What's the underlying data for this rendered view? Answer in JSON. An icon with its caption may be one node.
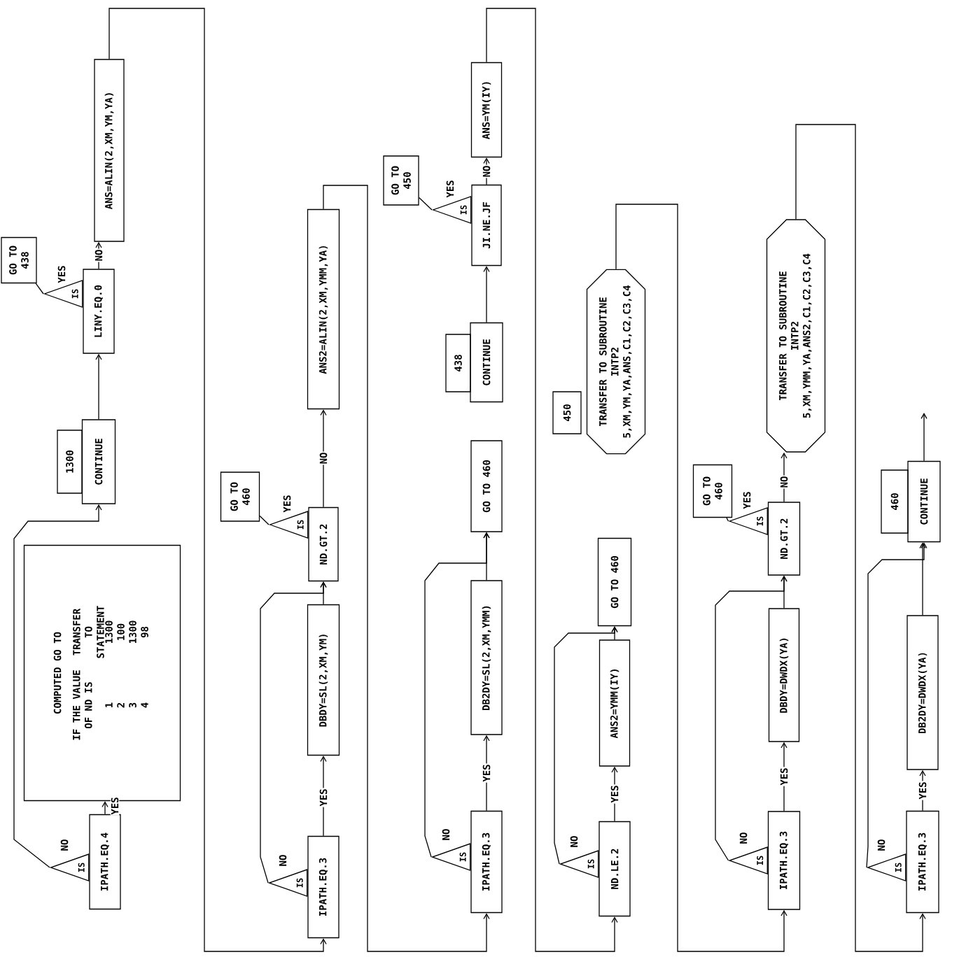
{
  "diagram": {
    "nodes": [
      {
        "text": [
          "IPATH.EQ.4"
        ]
      },
      {
        "text": [
          "IS"
        ]
      },
      {
        "text": [
          "COMPUTED GO TO",
          "IF THE VALUE OF ND IS",
          "TRANSFER TO STATEMENT",
          "1",
          "1300",
          "2",
          "100",
          "3",
          "1300",
          "4",
          "98"
        ]
      },
      {
        "text": [
          "1300"
        ]
      },
      {
        "text": [
          "CONTINUE"
        ]
      },
      {
        "text": [
          "LINY.EQ.0"
        ]
      },
      {
        "text": [
          "IS"
        ]
      },
      {
        "text": [
          "GO TO 438"
        ]
      },
      {
        "text": [
          "ANS=ALIN(2,XM,YM,YA)"
        ]
      },
      {
        "text": [
          "IPATH.EQ.3"
        ]
      },
      {
        "text": [
          "IS"
        ]
      },
      {
        "text": [
          "DBDY=SL(2,XM,YM)"
        ]
      },
      {
        "text": [
          "ND.GT.2"
        ]
      },
      {
        "text": [
          "IS"
        ]
      },
      {
        "text": [
          "GO TO 460"
        ]
      },
      {
        "text": [
          "ANS2=ALIN(2,XM,YMM,YA)"
        ]
      },
      {
        "text": [
          "IPATH.EQ.3"
        ]
      },
      {
        "text": [
          "IS"
        ]
      },
      {
        "text": [
          "DB2DY=SL(2,XM,YMM)"
        ]
      },
      {
        "text": [
          "GO TO 460"
        ]
      },
      {
        "text": [
          "438"
        ]
      },
      {
        "text": [
          "CONTINUE"
        ]
      },
      {
        "text": [
          "JI.NE.JF"
        ]
      },
      {
        "text": [
          "IS"
        ]
      },
      {
        "text": [
          "GO TO 450"
        ]
      },
      {
        "text": [
          "ANS=YM(IY)"
        ]
      },
      {
        "text": [
          "ND.LE.2"
        ]
      },
      {
        "text": [
          "IS"
        ]
      },
      {
        "text": [
          "ANS2=YMM(IY)"
        ]
      },
      {
        "text": [
          "GO TO 460"
        ]
      },
      {
        "text": [
          "450"
        ]
      },
      {
        "text": [
          "TRANSFER TO SUBROUTINE INTP2",
          "5,XM,YM,YA,ANS,C1,C2,C3,C4"
        ]
      },
      {
        "text": [
          "IPATH.EQ.3"
        ]
      },
      {
        "text": [
          "IS"
        ]
      },
      {
        "text": [
          "DBDY=DWDX(YA)"
        ]
      },
      {
        "text": [
          "ND.GT.2"
        ]
      },
      {
        "text": [
          "IS"
        ]
      },
      {
        "text": [
          "GO TO 460"
        ]
      },
      {
        "text": [
          "TRANSFER TO SUBROUTINE INTP2",
          "5,XM,YMM,YA,ANS2,C1,C2,C3,C4"
        ]
      },
      {
        "text": [
          "IPATH.EQ.3"
        ]
      },
      {
        "text": [
          "IS"
        ]
      },
      {
        "text": [
          "DB2DY=DWDX(YA)"
        ]
      },
      {
        "text": [
          "460"
        ]
      },
      {
        "text": [
          "CONTINUE"
        ]
      }
    ],
    "edges": [
      {
        "from": 0,
        "to": 2,
        "arrow": "to",
        "label": "YES"
      },
      {
        "from": 1,
        "to": 4,
        "arrow": "to",
        "label": "NO"
      },
      {
        "from": 4,
        "to": 5,
        "arrow": "to"
      },
      {
        "from": 5,
        "to": 8,
        "arrow": "to",
        "label": "NO"
      },
      {
        "from": 6,
        "to": 7,
        "arrow": "none",
        "label": "YES"
      },
      {
        "from": 8,
        "to": 9,
        "arrow": "to"
      },
      {
        "from": 9,
        "to": 11,
        "arrow": "to",
        "label": "YES"
      },
      {
        "from": 10,
        "to": 12,
        "arrow": "to",
        "label": "NO"
      },
      {
        "from": 11,
        "to": 12,
        "arrow": "to"
      },
      {
        "from": 13,
        "to": 14,
        "arrow": "none",
        "label": "YES"
      },
      {
        "from": 12,
        "to": 15,
        "arrow": "to",
        "label": "NO"
      },
      {
        "from": 15,
        "to": 16,
        "arrow": "to"
      },
      {
        "from": 16,
        "to": 18,
        "arrow": "to",
        "label": "YES"
      },
      {
        "from": 17,
        "to": 19,
        "arrow": "to",
        "label": "NO"
      },
      {
        "from": 18,
        "to": 19,
        "arrow": "to"
      },
      {
        "from": 21,
        "to": 22,
        "arrow": "to"
      },
      {
        "from": 23,
        "to": 24,
        "arrow": "none",
        "label": "YES"
      },
      {
        "from": 22,
        "to": 25,
        "arrow": "to",
        "label": "NO"
      },
      {
        "from": 25,
        "to": 26,
        "arrow": "to"
      },
      {
        "from": 26,
        "to": 28,
        "arrow": "to",
        "label": "YES"
      },
      {
        "from": 27,
        "to": 29,
        "arrow": "to",
        "label": "NO"
      },
      {
        "from": 28,
        "to": 29,
        "arrow": "to"
      },
      {
        "from": 31,
        "to": 32,
        "arrow": "to"
      },
      {
        "from": 32,
        "to": 34,
        "arrow": "to",
        "label": "YES"
      },
      {
        "from": 33,
        "to": 35,
        "arrow": "to",
        "label": "NO"
      },
      {
        "from": 34,
        "to": 35,
        "arrow": "to"
      },
      {
        "from": 36,
        "to": 37,
        "arrow": "none",
        "label": "YES"
      },
      {
        "from": 35,
        "to": 38,
        "arrow": "to",
        "label": "NO"
      },
      {
        "from": 38,
        "to": 39,
        "arrow": "to"
      },
      {
        "from": 39,
        "to": 41,
        "arrow": "to",
        "label": "YES"
      },
      {
        "from": 40,
        "to": 43,
        "arrow": "to",
        "label": "NO"
      },
      {
        "from": 41,
        "to": 43,
        "arrow": "to"
      },
      {
        "from": 43,
        "to": null,
        "arrow": "to"
      }
    ]
  }
}
